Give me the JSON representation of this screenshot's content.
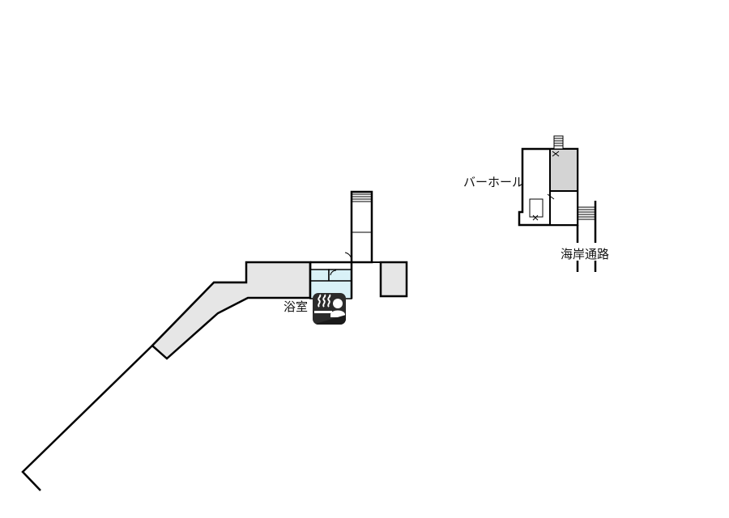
{
  "labels": {
    "bath": "浴室",
    "bar_hall": "バーホール",
    "shore_path": "海岸通路"
  },
  "icons": {
    "bath": "hot-spring-icon"
  },
  "colors": {
    "wall": "#000000",
    "room_fill": "#e6e6e6",
    "bath_fill": "#d9f1f7",
    "dark_room_fill": "#d4d4d4",
    "icon_bg": "#2b2b2b",
    "icon_fg": "#ffffff"
  }
}
